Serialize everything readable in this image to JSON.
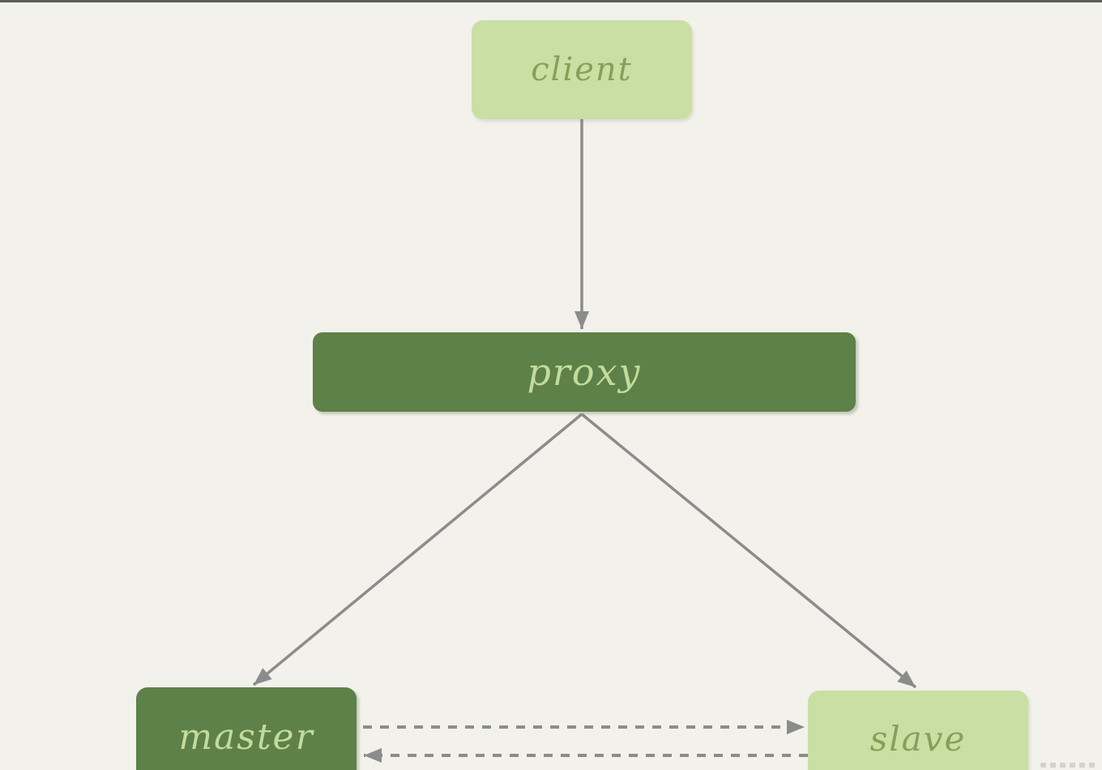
{
  "diagram": {
    "nodes": [
      {
        "id": "client",
        "label": "client",
        "variant": "light"
      },
      {
        "id": "proxy",
        "label": "proxy",
        "variant": "dark"
      },
      {
        "id": "master",
        "label": "master",
        "variant": "dark"
      },
      {
        "id": "slave",
        "label": "slave",
        "variant": "light"
      }
    ],
    "edges": [
      {
        "from": "client",
        "to": "proxy",
        "style": "solid",
        "arrowhead": "to"
      },
      {
        "from": "proxy",
        "to": "master",
        "style": "solid",
        "arrowhead": "to"
      },
      {
        "from": "proxy",
        "to": "slave",
        "style": "solid",
        "arrowhead": "to"
      },
      {
        "from": "master",
        "to": "slave",
        "style": "dashed",
        "arrowhead": "to"
      },
      {
        "from": "slave",
        "to": "master",
        "style": "dashed",
        "arrowhead": "to"
      }
    ],
    "colors": {
      "background": "#f2f1eb",
      "top_bar": "#5a5d52",
      "node_light_fill": "#cadfa3",
      "node_dark_fill": "#5d8148",
      "text_on_light": "#84a15c",
      "text_on_dark": "#c3db9c",
      "arrow": "#8c8c8c"
    }
  }
}
